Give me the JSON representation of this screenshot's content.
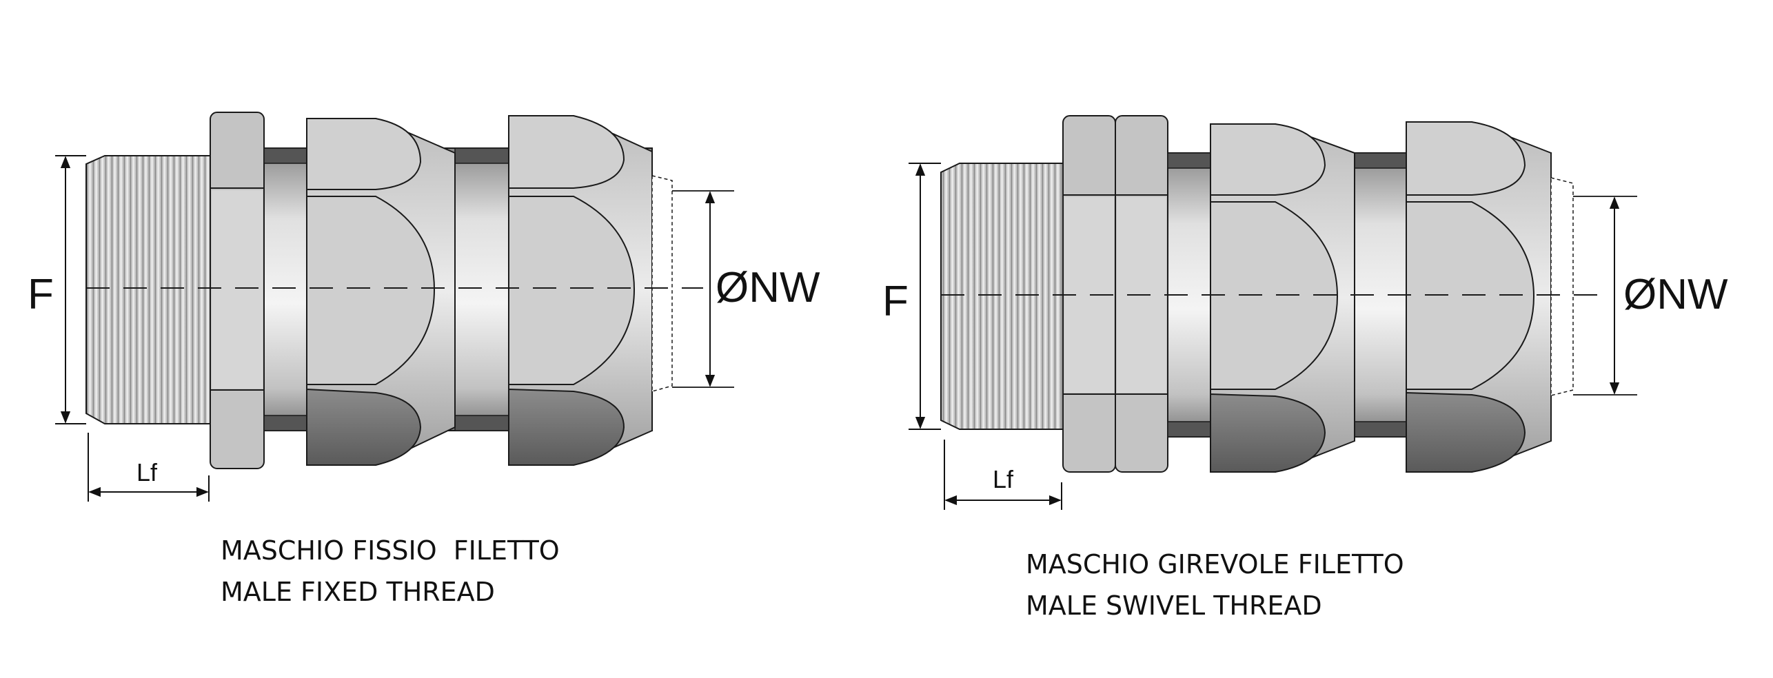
{
  "diagrams": [
    {
      "id": "fixed",
      "label_f": "F",
      "label_nw": "ØNW",
      "label_lf": "Lf",
      "caption_line1": "MASCHIO FISSIO  FILETTO",
      "caption_line2": "MALE FIXED THREAD"
    },
    {
      "id": "swivel",
      "label_f": "F",
      "label_nw": "ØNW",
      "label_lf": "Lf",
      "caption_line1": "MASCHIO GIREVOLE FILETTO",
      "caption_line2": "MALE SWIVEL THREAD"
    }
  ],
  "colors": {
    "outline": "#1a1a1a",
    "light_metal": "#e6e6e6",
    "mid_metal": "#c8c8c8",
    "dark_metal": "#6e6e6e"
  }
}
